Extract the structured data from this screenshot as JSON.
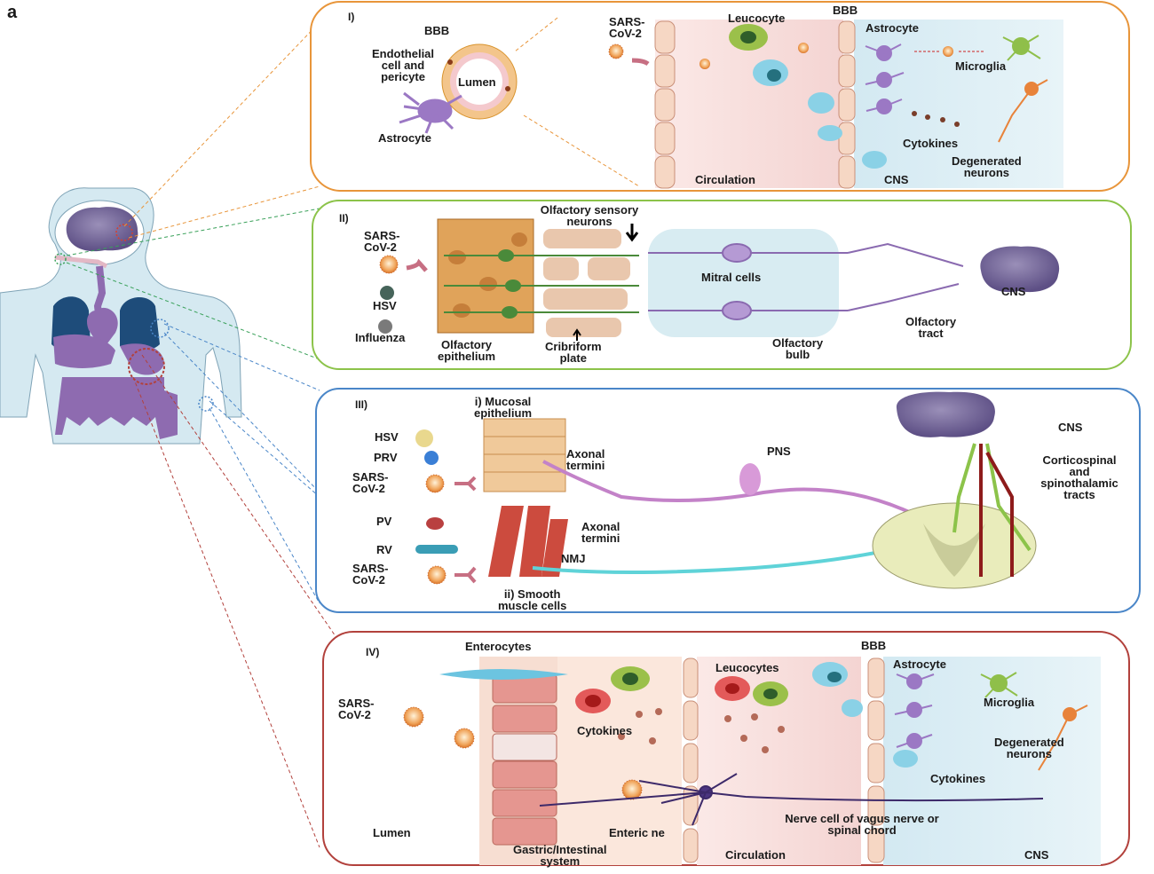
{
  "figure_letter": "a",
  "colors": {
    "panel1": "#e8953a",
    "panel2": "#8cc34a",
    "panel3": "#4a86c8",
    "panel4": "#b2413c",
    "virus": "#e8833a",
    "astrocyte": "#9b78c4",
    "microglia": "#8fbf4a",
    "body": "#cfe6ef",
    "organ": "#8e6bb0",
    "lung": "#1e4c7a",
    "spine": "#e9ecbb"
  },
  "panel1": {
    "roman": "I)",
    "left": {
      "bbb": "BBB",
      "endothelial": "Endothelial\ncell and\npericyte",
      "lumen": "Lumen",
      "astrocyte": "Astrocyte"
    },
    "right": {
      "sars": "SARS-\nCoV-2",
      "leucocyte": "Leucocyte",
      "bbb": "BBB",
      "astrocyte": "Astrocyte",
      "microglia": "Microglia",
      "cytokines": "Cytokines",
      "degenerated": "Degenerated\nneurons",
      "circulation": "Circulation",
      "cns": "CNS"
    }
  },
  "panel2": {
    "roman": "II)",
    "sars": "SARS-\nCoV-2",
    "hsv": "HSV",
    "influenza": "Influenza",
    "olfactory_sensory": "Olfactory sensory\nneurons",
    "olfactory_epithelium": "Olfactory\nepithelium",
    "cribriform": "Cribriform\nplate",
    "mitral": "Mitral cells",
    "olfactory_bulb": "Olfactory\nbulb",
    "olfactory_tract": "Olfactory\ntract",
    "cns": "CNS"
  },
  "panel3": {
    "roman": "III)",
    "mucosal": "i) Mucosal\nepithelium",
    "hsv": "HSV",
    "prv": "PRV",
    "sars1": "SARS-\nCoV-2",
    "axonal1": "Axonal\ntermini",
    "pns": "PNS",
    "cns": "CNS",
    "corticospinal": "Corticospinal\nand\nspinothalamic\ntracts",
    "pv": "PV",
    "rv": "RV",
    "sars2": "SARS-\nCoV-2",
    "axonal2": "Axonal\ntermini",
    "nmj": "NMJ",
    "smooth": "ii) Smooth\nmuscle cells"
  },
  "panel4": {
    "roman": "IV)",
    "enterocytes": "Enterocytes",
    "sars": "SARS-\nCoV-2",
    "cytokines1": "Cytokines",
    "lumen": "Lumen",
    "enteric": "Enteric ne",
    "gastric": "Gastric/Intestinal\nsystem",
    "leucocytes": "Leucocytes",
    "bbb": "BBB",
    "astrocyte": "Astrocyte",
    "microglia": "Microglia",
    "degenerated": "Degenerated\nneurons",
    "cytokines2": "Cytokines",
    "nerve": "Nerve cell of vagus nerve or\nspinal chord",
    "circulation": "Circulation",
    "cns": "CNS"
  }
}
